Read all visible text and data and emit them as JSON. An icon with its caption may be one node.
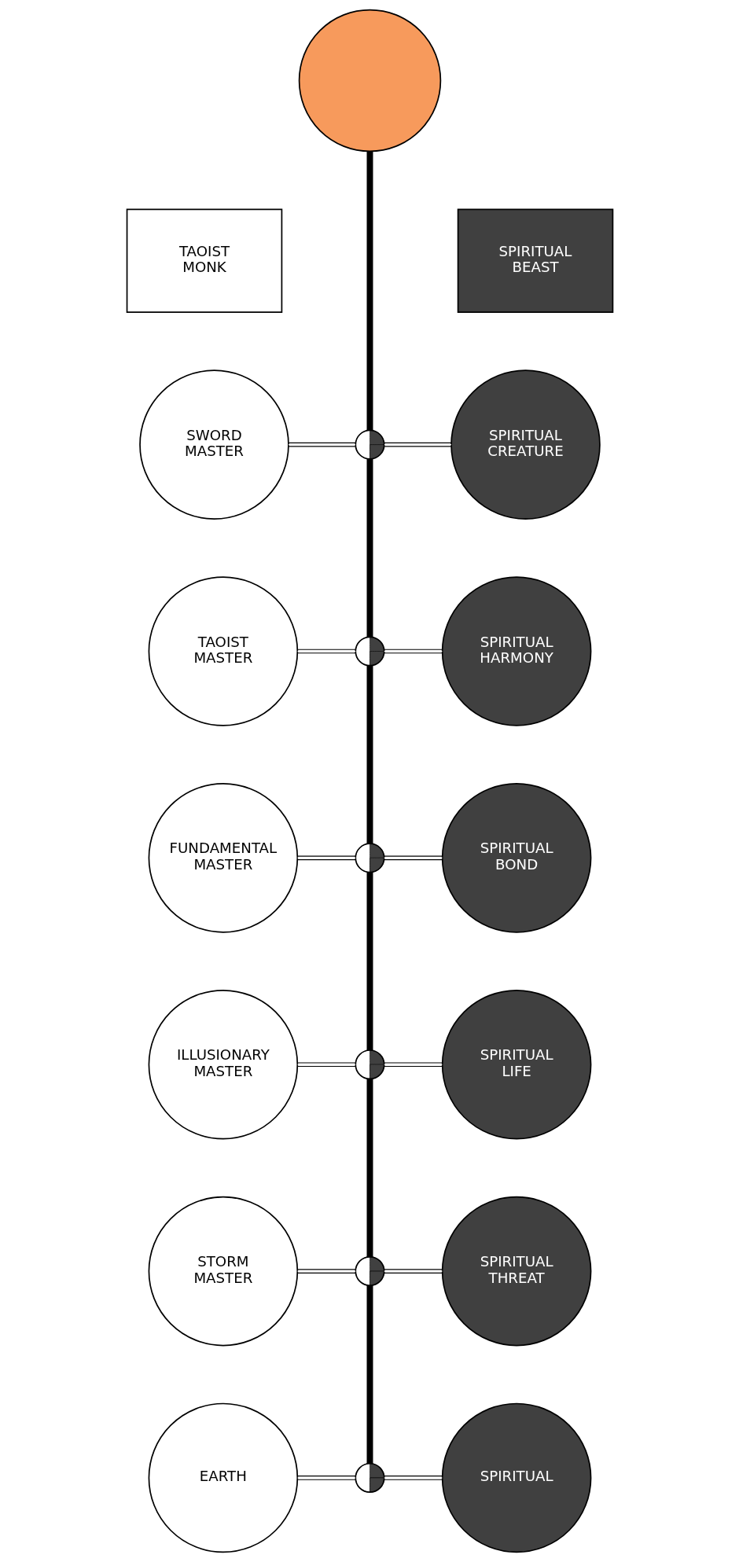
{
  "diagram": {
    "nodes": [
      {
        "text": [],
        "shape": "circle"
      },
      {
        "text": [
          "TAOIST MONK"
        ]
      },
      {
        "text": [
          "SPIRITUAL BEAST"
        ]
      },
      {
        "text": [
          "SWORD MASTER"
        ]
      },
      {
        "text": [],
        "shape": "circle"
      },
      {
        "text": [
          "SPIRITUAL CREATURE"
        ]
      },
      {
        "text": [
          "TAOIST MASTER"
        ]
      },
      {
        "text": [],
        "shape": "circle"
      },
      {
        "text": [
          "SPIRITUAL HARMONY"
        ]
      },
      {
        "text": [
          "FUNDAMENTAL MASTER"
        ]
      },
      {
        "text": [],
        "shape": "circle"
      },
      {
        "text": [
          "SPIRITUAL BOND"
        ]
      },
      {
        "text": [
          "ILLUSIONARY MASTER"
        ]
      },
      {
        "text": [],
        "shape": "circle"
      },
      {
        "text": [
          "SPIRITUAL LIFE"
        ]
      },
      {
        "text": [
          "STORM MASTER"
        ]
      },
      {
        "text": [],
        "shape": "circle"
      },
      {
        "text": [
          "SPIRITUAL THREAT"
        ]
      },
      {
        "text": [
          "EARTH"
        ]
      },
      {
        "text": [],
        "shape": "circle"
      },
      {
        "text": [
          "SPIRITUAL"
        ]
      }
    ],
    "edges": [
      {
        "from": 0,
        "to": 4,
        "arrow": "none",
        "style": "thick"
      },
      {
        "from": 3,
        "to": 4,
        "arrow": "none"
      },
      {
        "from": 4,
        "to": 5,
        "arrow": "none"
      },
      {
        "from": 4,
        "to": 7,
        "arrow": "none",
        "style": "thick"
      },
      {
        "from": 6,
        "to": 7,
        "arrow": "none"
      },
      {
        "from": 7,
        "to": 8,
        "arrow": "none"
      },
      {
        "from": 7,
        "to": 10,
        "arrow": "none",
        "style": "thick"
      },
      {
        "from": 9,
        "to": 10,
        "arrow": "none"
      },
      {
        "from": 10,
        "to": 11,
        "arrow": "none"
      },
      {
        "from": 10,
        "to": 13,
        "arrow": "none",
        "style": "thick"
      },
      {
        "from": 12,
        "to": 13,
        "arrow": "none"
      },
      {
        "from": 13,
        "to": 14,
        "arrow": "none"
      },
      {
        "from": 13,
        "to": 16,
        "arrow": "none",
        "style": "thick"
      },
      {
        "from": 15,
        "to": 16,
        "arrow": "none"
      },
      {
        "from": 16,
        "to": 17,
        "arrow": "none"
      },
      {
        "from": 16,
        "to": 19,
        "arrow": "none",
        "style": "thick"
      },
      {
        "from": 18,
        "to": 19,
        "arrow": "none"
      },
      {
        "from": 19,
        "to": 20,
        "arrow": "none"
      }
    ]
  }
}
